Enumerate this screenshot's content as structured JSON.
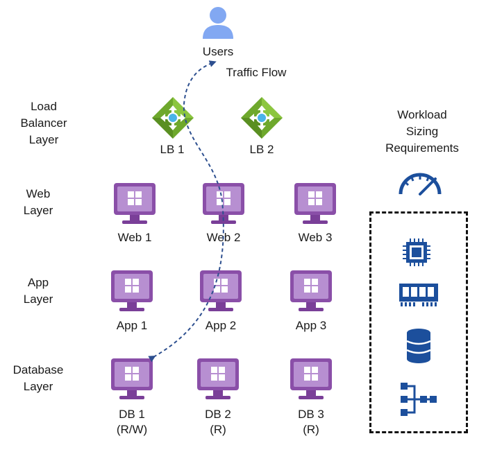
{
  "users": {
    "label": "Users"
  },
  "traffic": {
    "label": "Traffic Flow"
  },
  "layers": {
    "lb": [
      "Load",
      "Balancer",
      "Layer"
    ],
    "web": [
      "Web",
      "Layer"
    ],
    "app": [
      "App",
      "Layer"
    ],
    "db": [
      "Database",
      "Layer"
    ]
  },
  "lbs": [
    {
      "label": "LB 1"
    },
    {
      "label": "LB 2"
    }
  ],
  "web": [
    {
      "label": "Web 1"
    },
    {
      "label": "Web 2"
    },
    {
      "label": "Web 3"
    }
  ],
  "app": [
    {
      "label": "App 1"
    },
    {
      "label": "App 2"
    },
    {
      "label": "App 3"
    }
  ],
  "db": [
    {
      "label": "DB 1",
      "mode": "(R/W)"
    },
    {
      "label": "DB 2",
      "mode": "(R)"
    },
    {
      "label": "DB 3",
      "mode": "(R)"
    }
  ],
  "workload": {
    "title": [
      "Workload",
      "Sizing",
      "Requirements"
    ],
    "icons": [
      "gauge-icon",
      "cpu-icon",
      "memory-icon",
      "storage-icon",
      "network-icon"
    ]
  },
  "colors": {
    "vm_purple": "#8a4fa8",
    "vm_screen": "#b78fd1",
    "lb_green": "#6ea82c",
    "user_blue": "#82a8f2",
    "resource_blue": "#1c4f9c",
    "flow_blue": "#2d4f8f"
  }
}
